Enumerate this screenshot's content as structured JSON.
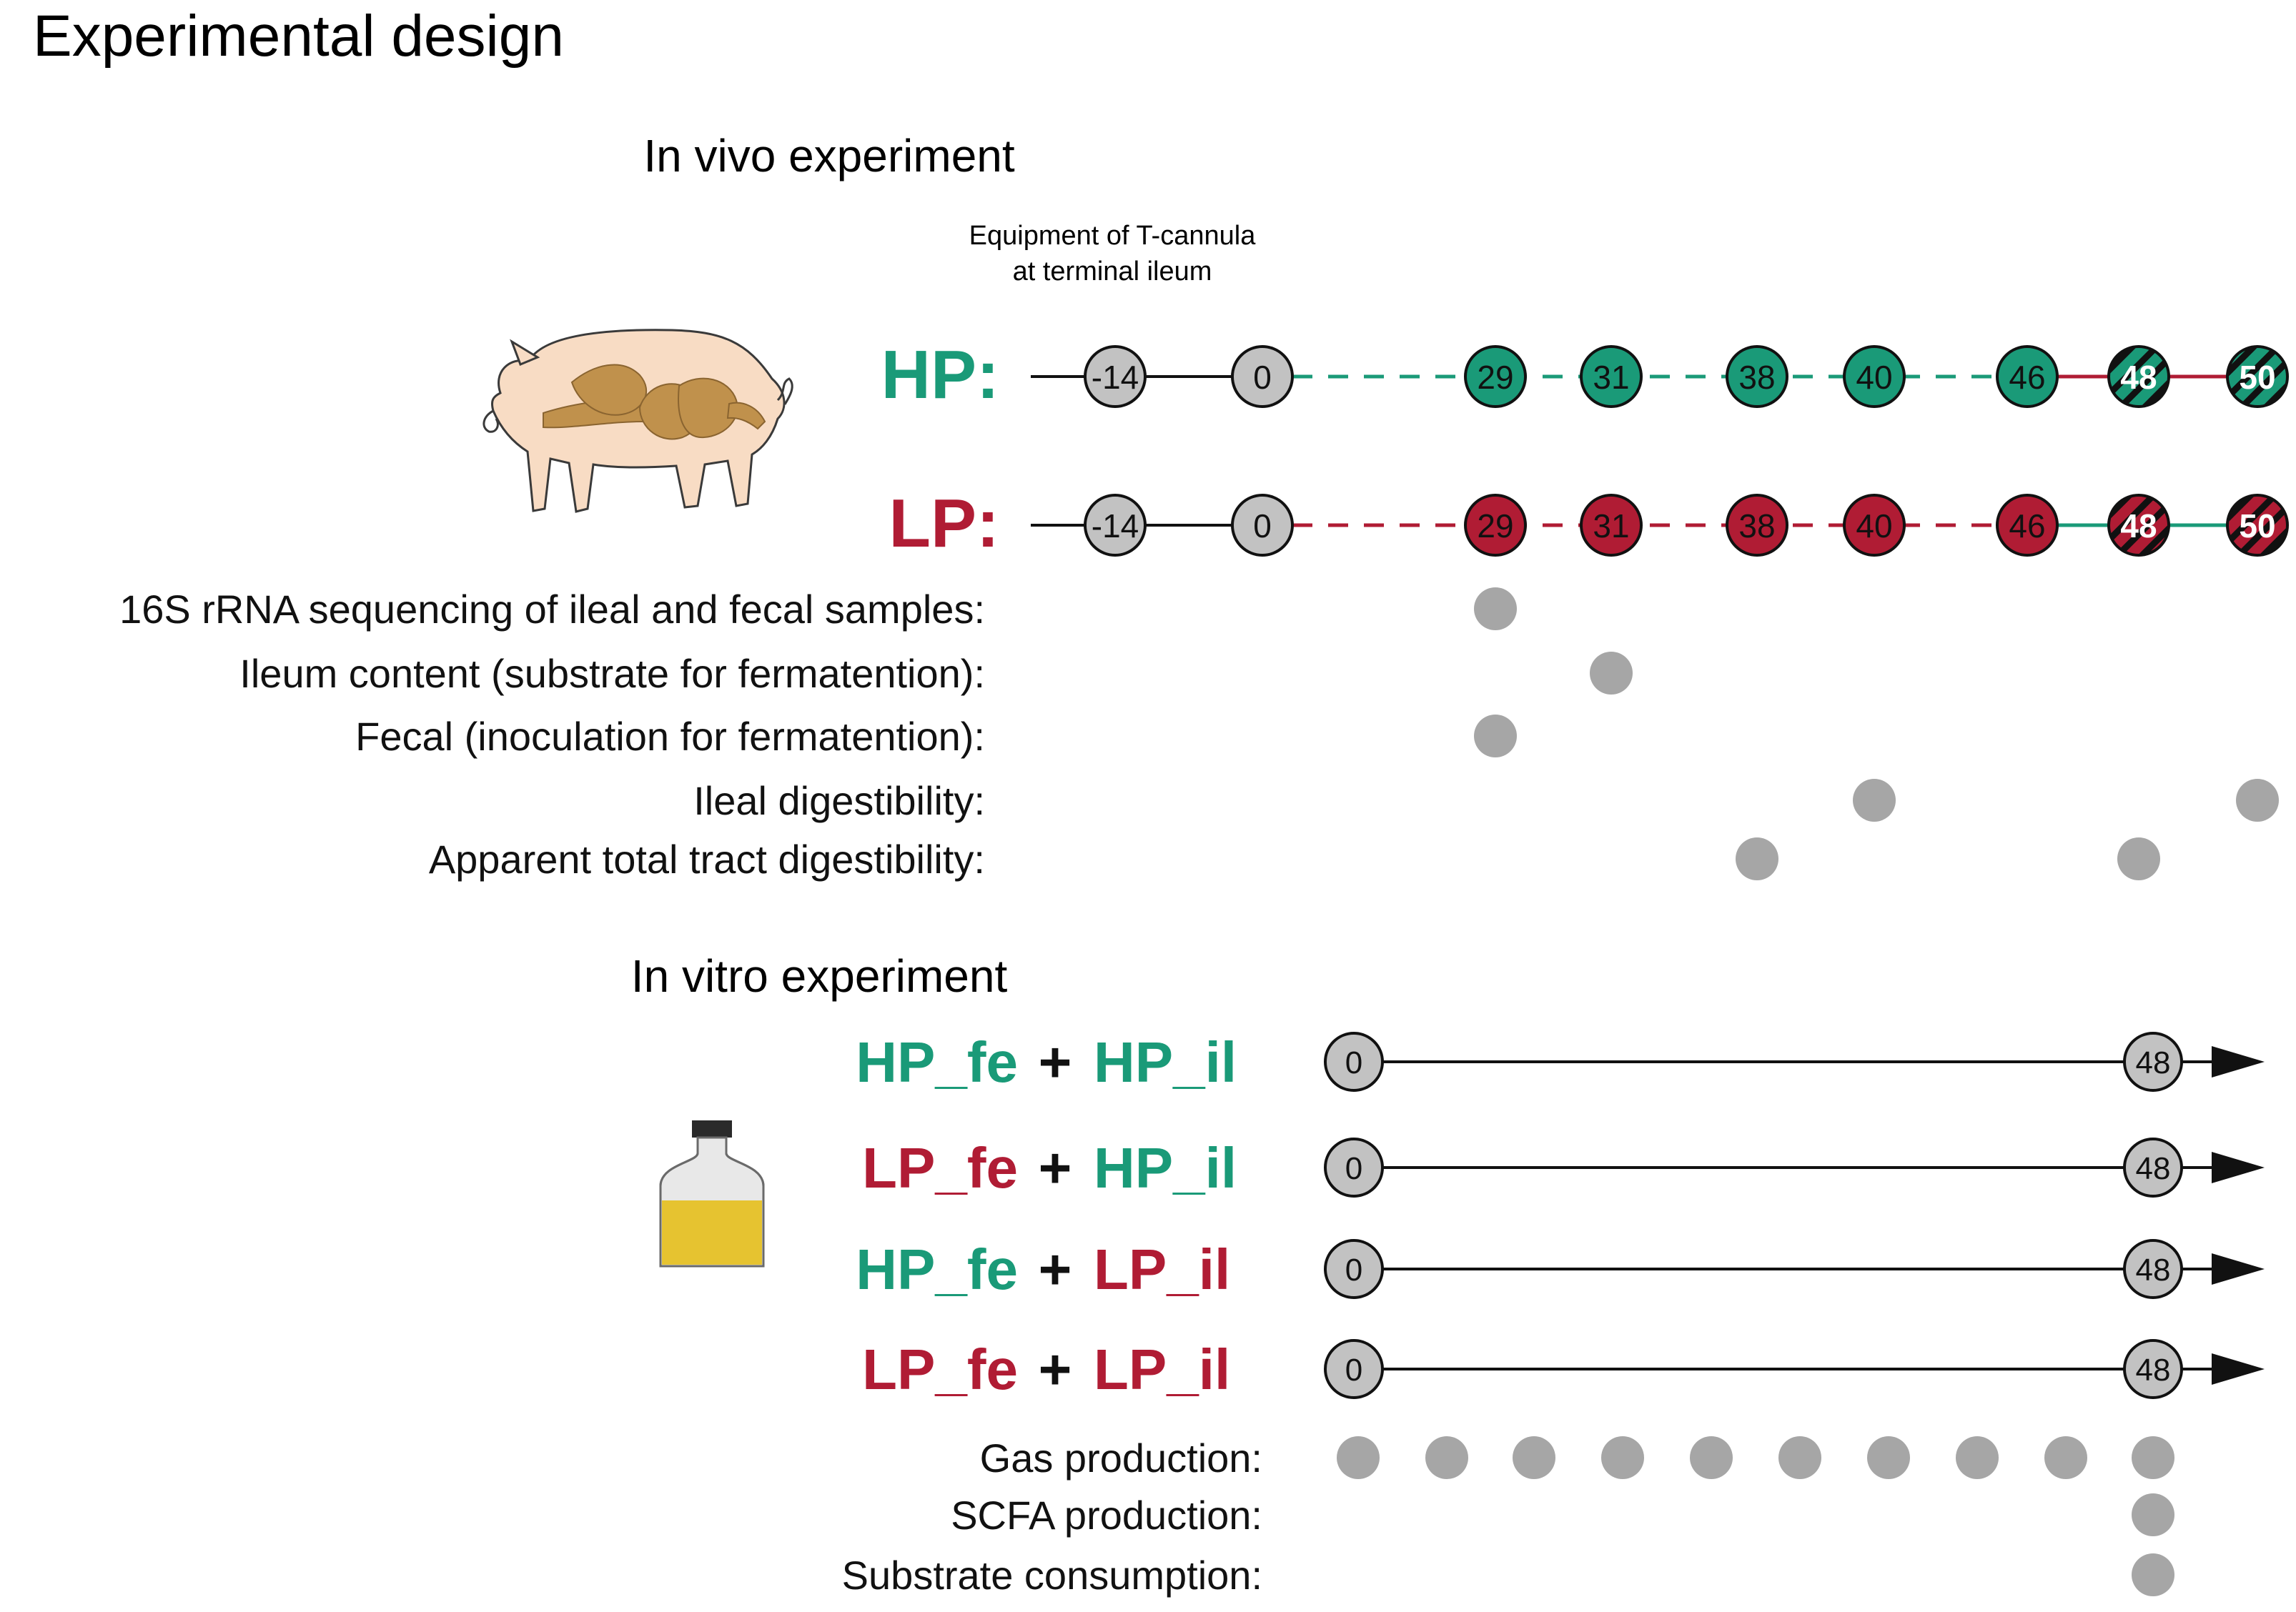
{
  "title": "Experimental design",
  "in_vivo": {
    "heading": "In vivo experiment",
    "annotation_line1": "Equipment of T-cannula",
    "annotation_line2": "at terminal ileum",
    "groups": [
      {
        "label": "HP:",
        "color": "#1a9a78",
        "days": [
          "-14",
          "0",
          "29",
          "31",
          "38",
          "40",
          "46",
          "48",
          "50"
        ]
      },
      {
        "label": "LP:",
        "color": "#b01c34",
        "days": [
          "-14",
          "0",
          "29",
          "31",
          "38",
          "40",
          "46",
          "48",
          "50"
        ]
      }
    ],
    "measurements": [
      {
        "label": "16S rRNA sequencing of ileal and fecal samples:",
        "days": [
          "29"
        ]
      },
      {
        "label": "Ileum content (substrate for fermatention):",
        "days": [
          "31"
        ]
      },
      {
        "label": "Fecal (inoculation for fermatention):",
        "days": [
          "29"
        ]
      },
      {
        "label": "Ileal digestibility:",
        "days": [
          "40",
          "50"
        ]
      },
      {
        "label": "Apparent total tract digestibility:",
        "days": [
          "38",
          "48"
        ]
      }
    ]
  },
  "in_vitro": {
    "heading": "In vitro experiment",
    "combos": [
      {
        "fe": "HP_fe",
        "fe_color": "#1a9a78",
        "plus": "+",
        "il": "HP_il",
        "il_color": "#1a9a78",
        "start": "0",
        "end": "48"
      },
      {
        "fe": "LP_fe",
        "fe_color": "#b01c34",
        "plus": "+",
        "il": "HP_il",
        "il_color": "#1a9a78",
        "start": "0",
        "end": "48"
      },
      {
        "fe": "HP_fe",
        "fe_color": "#1a9a78",
        "plus": "+",
        "il": "LP_il",
        "il_color": "#b01c34",
        "start": "0",
        "end": "48"
      },
      {
        "fe": "LP_fe",
        "fe_color": "#b01c34",
        "plus": "+",
        "il": "LP_il",
        "il_color": "#b01c34",
        "start": "0",
        "end": "48"
      }
    ],
    "measurements": [
      {
        "label": "Gas production:",
        "count": 10
      },
      {
        "label": "SCFA production:",
        "count": 1
      },
      {
        "label": "Substrate consumption:",
        "count": 1
      }
    ]
  },
  "colors": {
    "hp": "#1a9a78",
    "lp": "#b01c34",
    "grey_node": "#c2c2c2",
    "dot": "#a6a6a6",
    "pig_body": "#f8dcc4",
    "pig_organs": "#c0914c",
    "bottle_liquid": "#e6c330"
  },
  "icons": {
    "pig": "pig-icon",
    "bottle": "fermentation-bottle-icon"
  }
}
